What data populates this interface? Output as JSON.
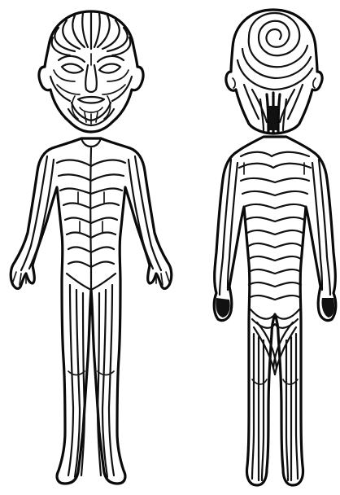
{
  "figure": {
    "type": "line-drawing",
    "colors": {
      "ink": "#111111",
      "background": "#ffffff"
    },
    "panels": [
      {
        "id": "front-head",
        "view": "front",
        "part": "head"
      },
      {
        "id": "back-head",
        "view": "back",
        "part": "head"
      },
      {
        "id": "front-body",
        "view": "front",
        "part": "body"
      },
      {
        "id": "back-body",
        "view": "back",
        "part": "body"
      }
    ]
  }
}
